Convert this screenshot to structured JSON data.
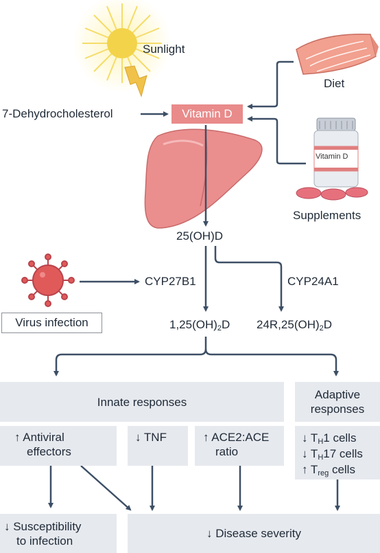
{
  "inputs": {
    "sunlight": "Sunlight",
    "diet": "Diet",
    "supplements": "Supplements",
    "precursor": "7-Dehydrocholesterol",
    "bottle_label": "Vitamin D"
  },
  "metabolism": {
    "vitamin_d": "Vitamin D",
    "calcidiol": "25(OH)D",
    "cyp27b1": "CYP27B1",
    "cyp24a1": "CYP24A1",
    "calcitriol_prefix": "1,25(OH)",
    "calcitriol_sub": "2",
    "calcitriol_suffix": "D",
    "inactive_prefix": "24R,25(OH)",
    "inactive_sub": "2",
    "inactive_suffix": "D",
    "virus_infection": "Virus infection"
  },
  "responses": {
    "innate_title": "Innate responses",
    "adaptive_title_line1": "Adaptive",
    "adaptive_title_line2": "responses",
    "antiviral_line1": "↑ Antiviral",
    "antiviral_line2": "effectors",
    "tnf": "↓ TNF",
    "ace_line1": "↑ ACE2:ACE",
    "ace_line2": "ratio",
    "th1_prefix": "↓ T",
    "th1_sub": "H",
    "th1_suffix": "1 cells",
    "th17_prefix": "↓ T",
    "th17_sub": "H",
    "th17_suffix": "17 cells",
    "treg_prefix": "↑ T",
    "treg_sub": "reg",
    "treg_suffix": " cells"
  },
  "outcomes": {
    "susceptibility_line1": "↓ Susceptibility",
    "susceptibility_line2": "to infection",
    "severity": "↓ Disease severity"
  },
  "colors": {
    "arrow": "#3d4f66",
    "box_fill": "#e6e9ee",
    "vitamin_d_fill": "#e98b8b",
    "sun": "#f3d34a",
    "liver": "#ea8e8e",
    "virus": "#e05a5a"
  }
}
